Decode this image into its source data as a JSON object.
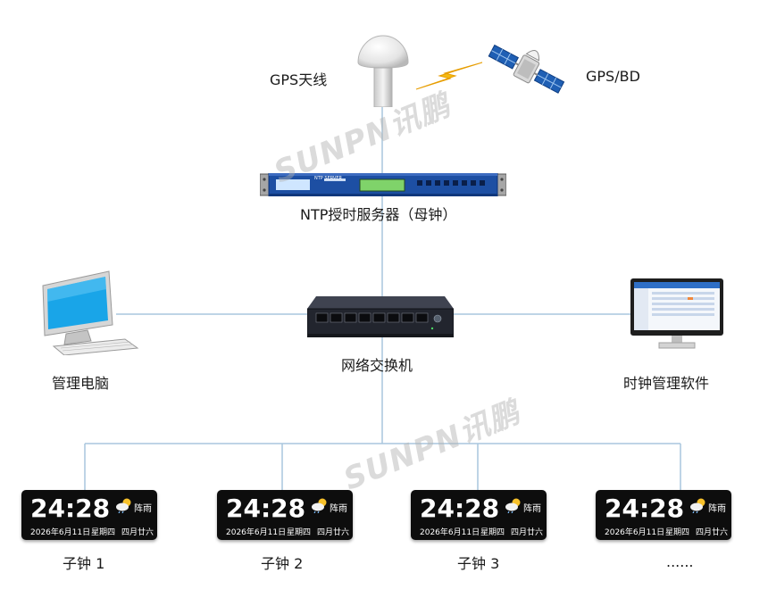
{
  "labels": {
    "gps_antenna": "GPS天线",
    "gps_bd": "GPS/BD",
    "ntp_server": "NTP授时服务器（母钟）",
    "switch": "网络交换机",
    "mgmt_pc": "管理电脑",
    "clock_software": "时钟管理软件"
  },
  "watermark": "SUNPN讯鹏",
  "server_panel": {
    "title": "NTP SERVER"
  },
  "clocks": [
    {
      "time": "24:28",
      "weather": "阵雨",
      "date": "2026年6月11日",
      "weekday": "星期四",
      "lunar": "四月廿六",
      "label": "子钟 1"
    },
    {
      "time": "24:28",
      "weather": "阵雨",
      "date": "2026年6月11日",
      "weekday": "星期四",
      "lunar": "四月廿六",
      "label": "子钟 2"
    },
    {
      "time": "24:28",
      "weather": "阵雨",
      "date": "2026年6月11日",
      "weekday": "星期四",
      "lunar": "四月廿六",
      "label": "子钟 3"
    },
    {
      "time": "24:28",
      "weather": "阵雨",
      "date": "2026年6月11日",
      "weekday": "星期四",
      "lunar": "四月廿六",
      "label": "......"
    }
  ],
  "colors": {
    "line": "#a9c6dd",
    "clock_bg": "#0d0d0d",
    "server_blue": "#1d4fa3",
    "monitor_blue": "#19a5e8"
  },
  "icons": [
    "gps-antenna-icon",
    "lightning-icon",
    "satellite-icon",
    "ntp-server-icon",
    "network-switch-icon",
    "computer-icon",
    "software-monitor-icon",
    "weather-cloud-sun-icon"
  ]
}
